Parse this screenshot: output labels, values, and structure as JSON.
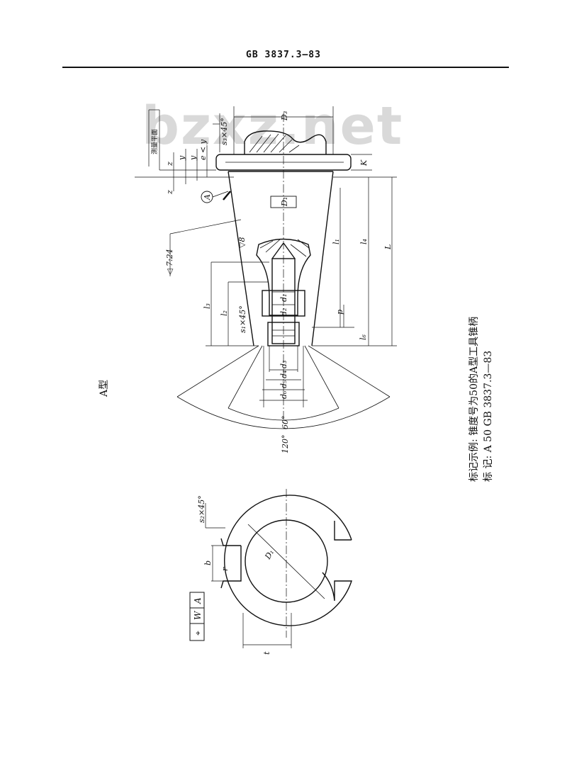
{
  "header": {
    "standard_no": "GB 3837.3—83"
  },
  "watermark": {
    "text": "bzxz.net"
  },
  "type_label": "A型",
  "marking": {
    "example": "标记示例: 锥度号为50的A型工具锥柄",
    "mark": "标    记: A 50   GB 3837.3—83"
  },
  "dims": {
    "d3": "D₃",
    "d1": "D₁",
    "d1_ring": "D₁",
    "k": "K",
    "l1": "l₁",
    "l4": "l₄",
    "l": "L",
    "l3": "l₃",
    "l2": "l₂",
    "l6": "l₆",
    "p": "p",
    "d_a": "d₁",
    "d_b": "d₂",
    "d_c": "d₃",
    "d_d": "d₄",
    "d_e": "d₅",
    "d_f": "d₆",
    "s3": "s₃×45°",
    "s1": "s₁×45°",
    "s2": "s₂×45°",
    "taper": "◁ 7:24",
    "rough": "▽8",
    "angle60": "60°",
    "angle120": "120°",
    "datum_a": "A",
    "gauge_plane": "测量平面",
    "z": "z",
    "y": "y",
    "y2": "y",
    "e": "e < y",
    "b": "b",
    "r": "r",
    "t": "t",
    "tol_sym": "⌖",
    "tol_w": "W",
    "tol_a": "A"
  }
}
